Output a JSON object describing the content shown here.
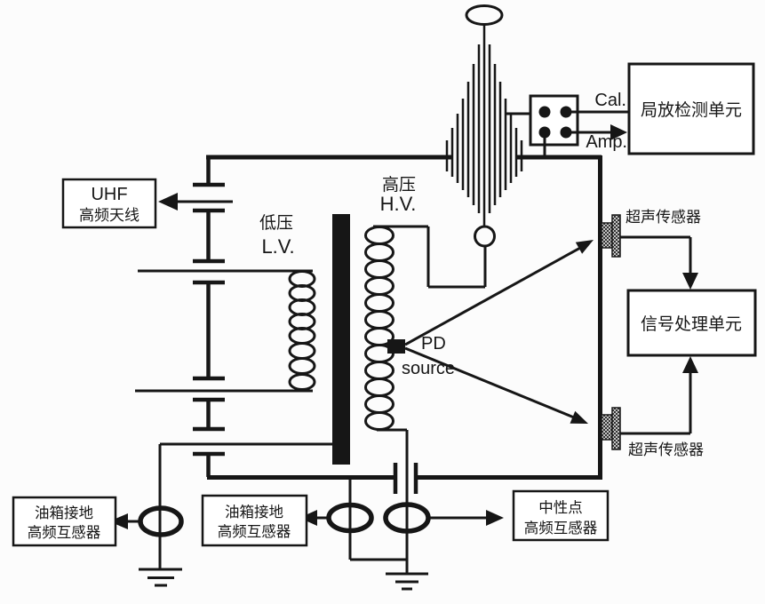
{
  "colors": {
    "ink": "#161616",
    "paper": "#fcfcfc",
    "box_fill": "#ffffff"
  },
  "boxes": {
    "uhf_antenna": {
      "lines": [
        "UHF",
        "高频天线"
      ]
    },
    "pd_detector": {
      "label": "局放检测单元"
    },
    "signal_processor": {
      "label": "信号处理单元"
    },
    "tank_ground_ct_left": {
      "lines": [
        "油箱接地",
        "高频互感器"
      ]
    },
    "tank_ground_ct_mid": {
      "lines": [
        "油箱接地",
        "高频互感器"
      ]
    },
    "neutral_ct": {
      "lines": [
        "中性点",
        "高频互感器"
      ]
    }
  },
  "annotations": {
    "lv": {
      "cn": "低压",
      "en": "L.V."
    },
    "hv": {
      "cn": "高压",
      "en": "H.V."
    },
    "pd_source": {
      "lines": [
        "PD",
        "source"
      ]
    },
    "cal": "Cal.",
    "amp": "Amp.",
    "ultrasonic_sensor_top": "超声传感器",
    "ultrasonic_sensor_bottom": "超声传感器"
  }
}
